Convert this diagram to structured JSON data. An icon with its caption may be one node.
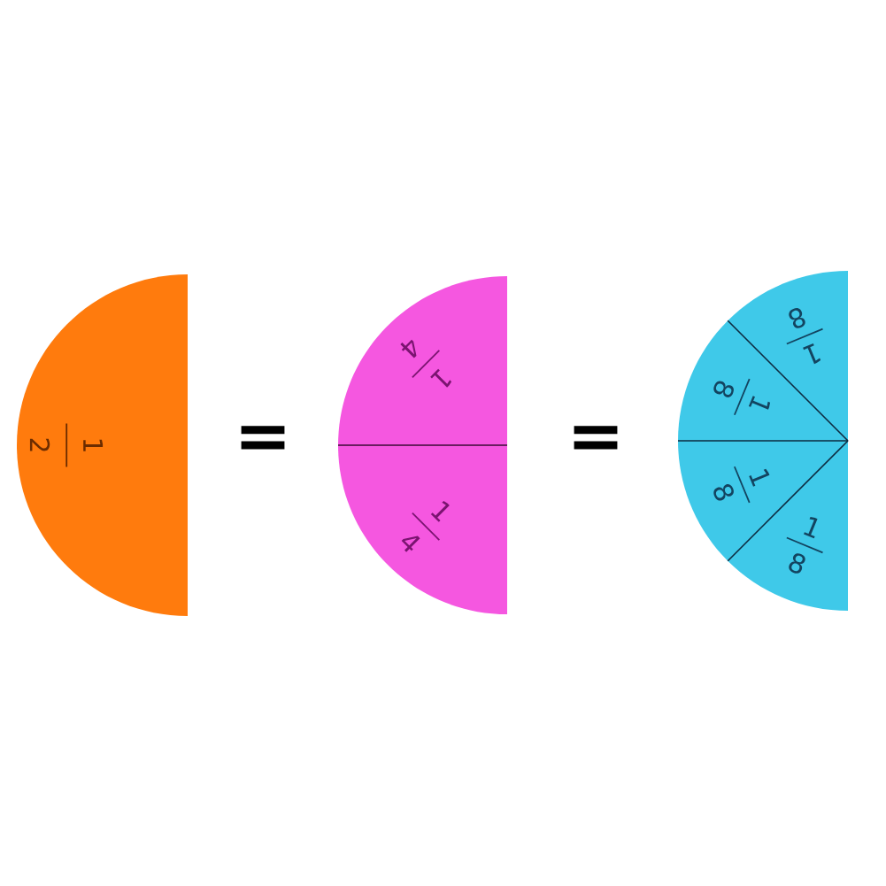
{
  "diagram": {
    "nodes": [
      {
        "text": [
          "1",
          "2"
        ]
      },
      {
        "text": [
          "1",
          "4"
        ]
      },
      {
        "text": [
          "1",
          "4"
        ]
      },
      {
        "text": [
          "1",
          "8"
        ]
      },
      {
        "text": [
          "1",
          "8"
        ]
      },
      {
        "text": [
          "1",
          "8"
        ]
      },
      {
        "text": [
          "1",
          "8"
        ]
      }
    ],
    "labels": [
      "=",
      "="
    ]
  }
}
